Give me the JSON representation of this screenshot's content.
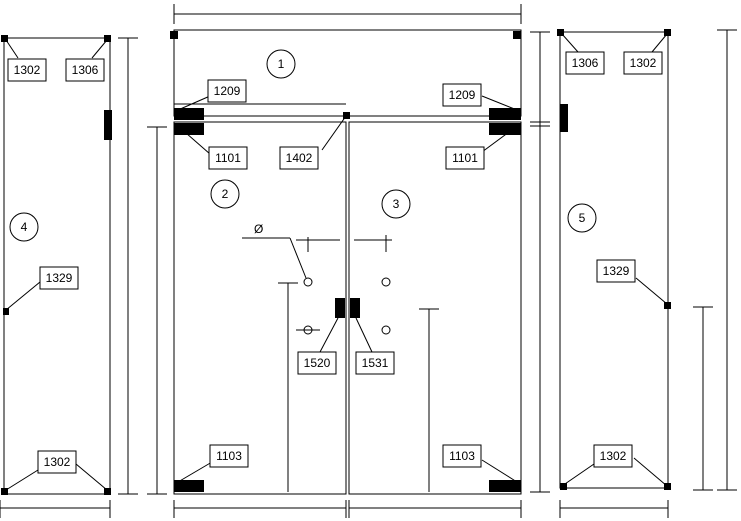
{
  "labels": {
    "l1302_a": "1302",
    "l1306_a": "1306",
    "l1329_a": "1329",
    "l1302_b": "1302",
    "l1209_a": "1209",
    "l1101_a": "1101",
    "l1402": "1402",
    "l1209_b": "1209",
    "l1101_b": "1101",
    "l1520": "1520",
    "l1531": "1531",
    "l1103_a": "1103",
    "l1103_b": "1103",
    "l1306_b": "1306",
    "l1302_c": "1302",
    "l1329_b": "1329",
    "l1302_d": "1302"
  },
  "panels": {
    "p1": "1",
    "p2": "2",
    "p3": "3",
    "p4": "4",
    "p5": "5"
  },
  "diameter_symbol": "Ø"
}
